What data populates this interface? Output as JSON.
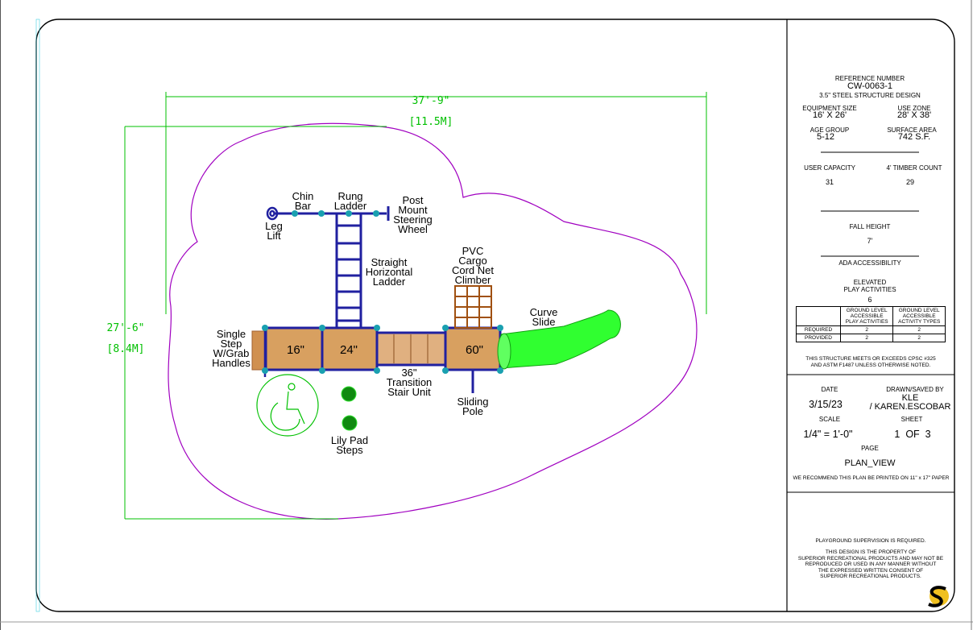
{
  "dimensions": {
    "width": "37'-9\"",
    "width_metric": "[11.5M]",
    "depth": "27'-6\"",
    "depth_metric": "[8.4M]"
  },
  "components": {
    "chin_bar": "Chin\nBar",
    "rung_ladder": "Rung\nLadder",
    "post_mount_steering_wheel": "Post\nMount\nSteering\nWheel",
    "leg_lift": "Leg\nLift",
    "straight_horizontal_ladder": "Straight\nHorizontal\nLadder",
    "pvc_cargo_net": "PVC\nCargo\nCord Net\nClimber",
    "curve_slide": "Curve\nSlide",
    "single_step": "Single\nStep\nW/Grab\nHandles",
    "transition_stair": "36\"\nTransition\nStair Unit",
    "sliding_pole": "Sliding\nPole",
    "lily_pad_steps": "Lily Pad\nSteps"
  },
  "decks": [
    "16\"",
    "24\"",
    "60\""
  ],
  "title_block": {
    "reference_label": "REFERENCE NUMBER",
    "reference_number": "CW-0063-1",
    "structure_design": "3.5\" STEEL STRUCTURE DESIGN",
    "equipment_size_label": "EQUIPMENT SIZE",
    "equipment_size": "16' X 26'",
    "use_zone_label": "USE ZONE",
    "use_zone": "28' X 38'",
    "age_group_label": "AGE GROUP",
    "age_group": "5-12",
    "surface_area_label": "SURFACE AREA",
    "surface_area": "742 S.F.",
    "user_capacity_label": "USER CAPACITY",
    "user_capacity": "31",
    "timber_count_label": "4' TIMBER COUNT",
    "timber_count": "29",
    "fall_height_label": "FALL HEIGHT",
    "fall_height": "7'",
    "ada_label": "ADA ACCESSIBILITY",
    "elevated_label": "ELEVATED\nPLAY ACTIVITIES",
    "elevated_count": "6",
    "ada_table": {
      "headers": [
        "",
        "GROUND LEVEL\nACCESSIBLE\nPLAY ACTIVITIES",
        "GROUND LEVEL\nACCESSIBLE\nACTIVITY TYPES"
      ],
      "rows": [
        [
          "REQUIRED",
          "2",
          "2"
        ],
        [
          "PROVIDED",
          "2",
          "2"
        ]
      ]
    },
    "compliance": "THIS STRUCTURE MEETS OR EXCEEDS CPSC #325\nAND ASTM F1487 UNLESS OTHERWISE NOTED.",
    "date_label": "DATE",
    "date": "3/15/23",
    "drawn_label": "DRAWN/SAVED BY",
    "drawn_by": "KLE\n/ KAREN.ESCOBAR",
    "scale_label": "SCALE",
    "scale": "1/4\" = 1'-0\"",
    "sheet_label": "SHEET",
    "sheet": "1  OF  3",
    "page_label": "PAGE",
    "page": "PLAN_VIEW",
    "print_note": "WE RECOMMEND THIS PLAN BE PRINTED ON 11\" x 17\" PAPER",
    "supervision": "PLAYGROUND SUPERVISION IS REQUIRED.",
    "property_note": "THIS DESIGN IS THE PROPERTY OF\nSUPERIOR RECREATIONAL PRODUCTS AND MAY NOT BE\nREPRODUCED OR USED IN ANY MANNER WITHOUT\nTHE EXPRESSED WRITTEN CONSENT OF\nSUPERIOR RECREATIONAL PRODUCTS."
  },
  "colors": {
    "use_zone": "#a000c0",
    "dimension": "#00c000",
    "frame": "#2020a0",
    "post": "#1aa0b0",
    "deck": "#c08040",
    "slide": "#20ff20",
    "net": "#a05010"
  }
}
